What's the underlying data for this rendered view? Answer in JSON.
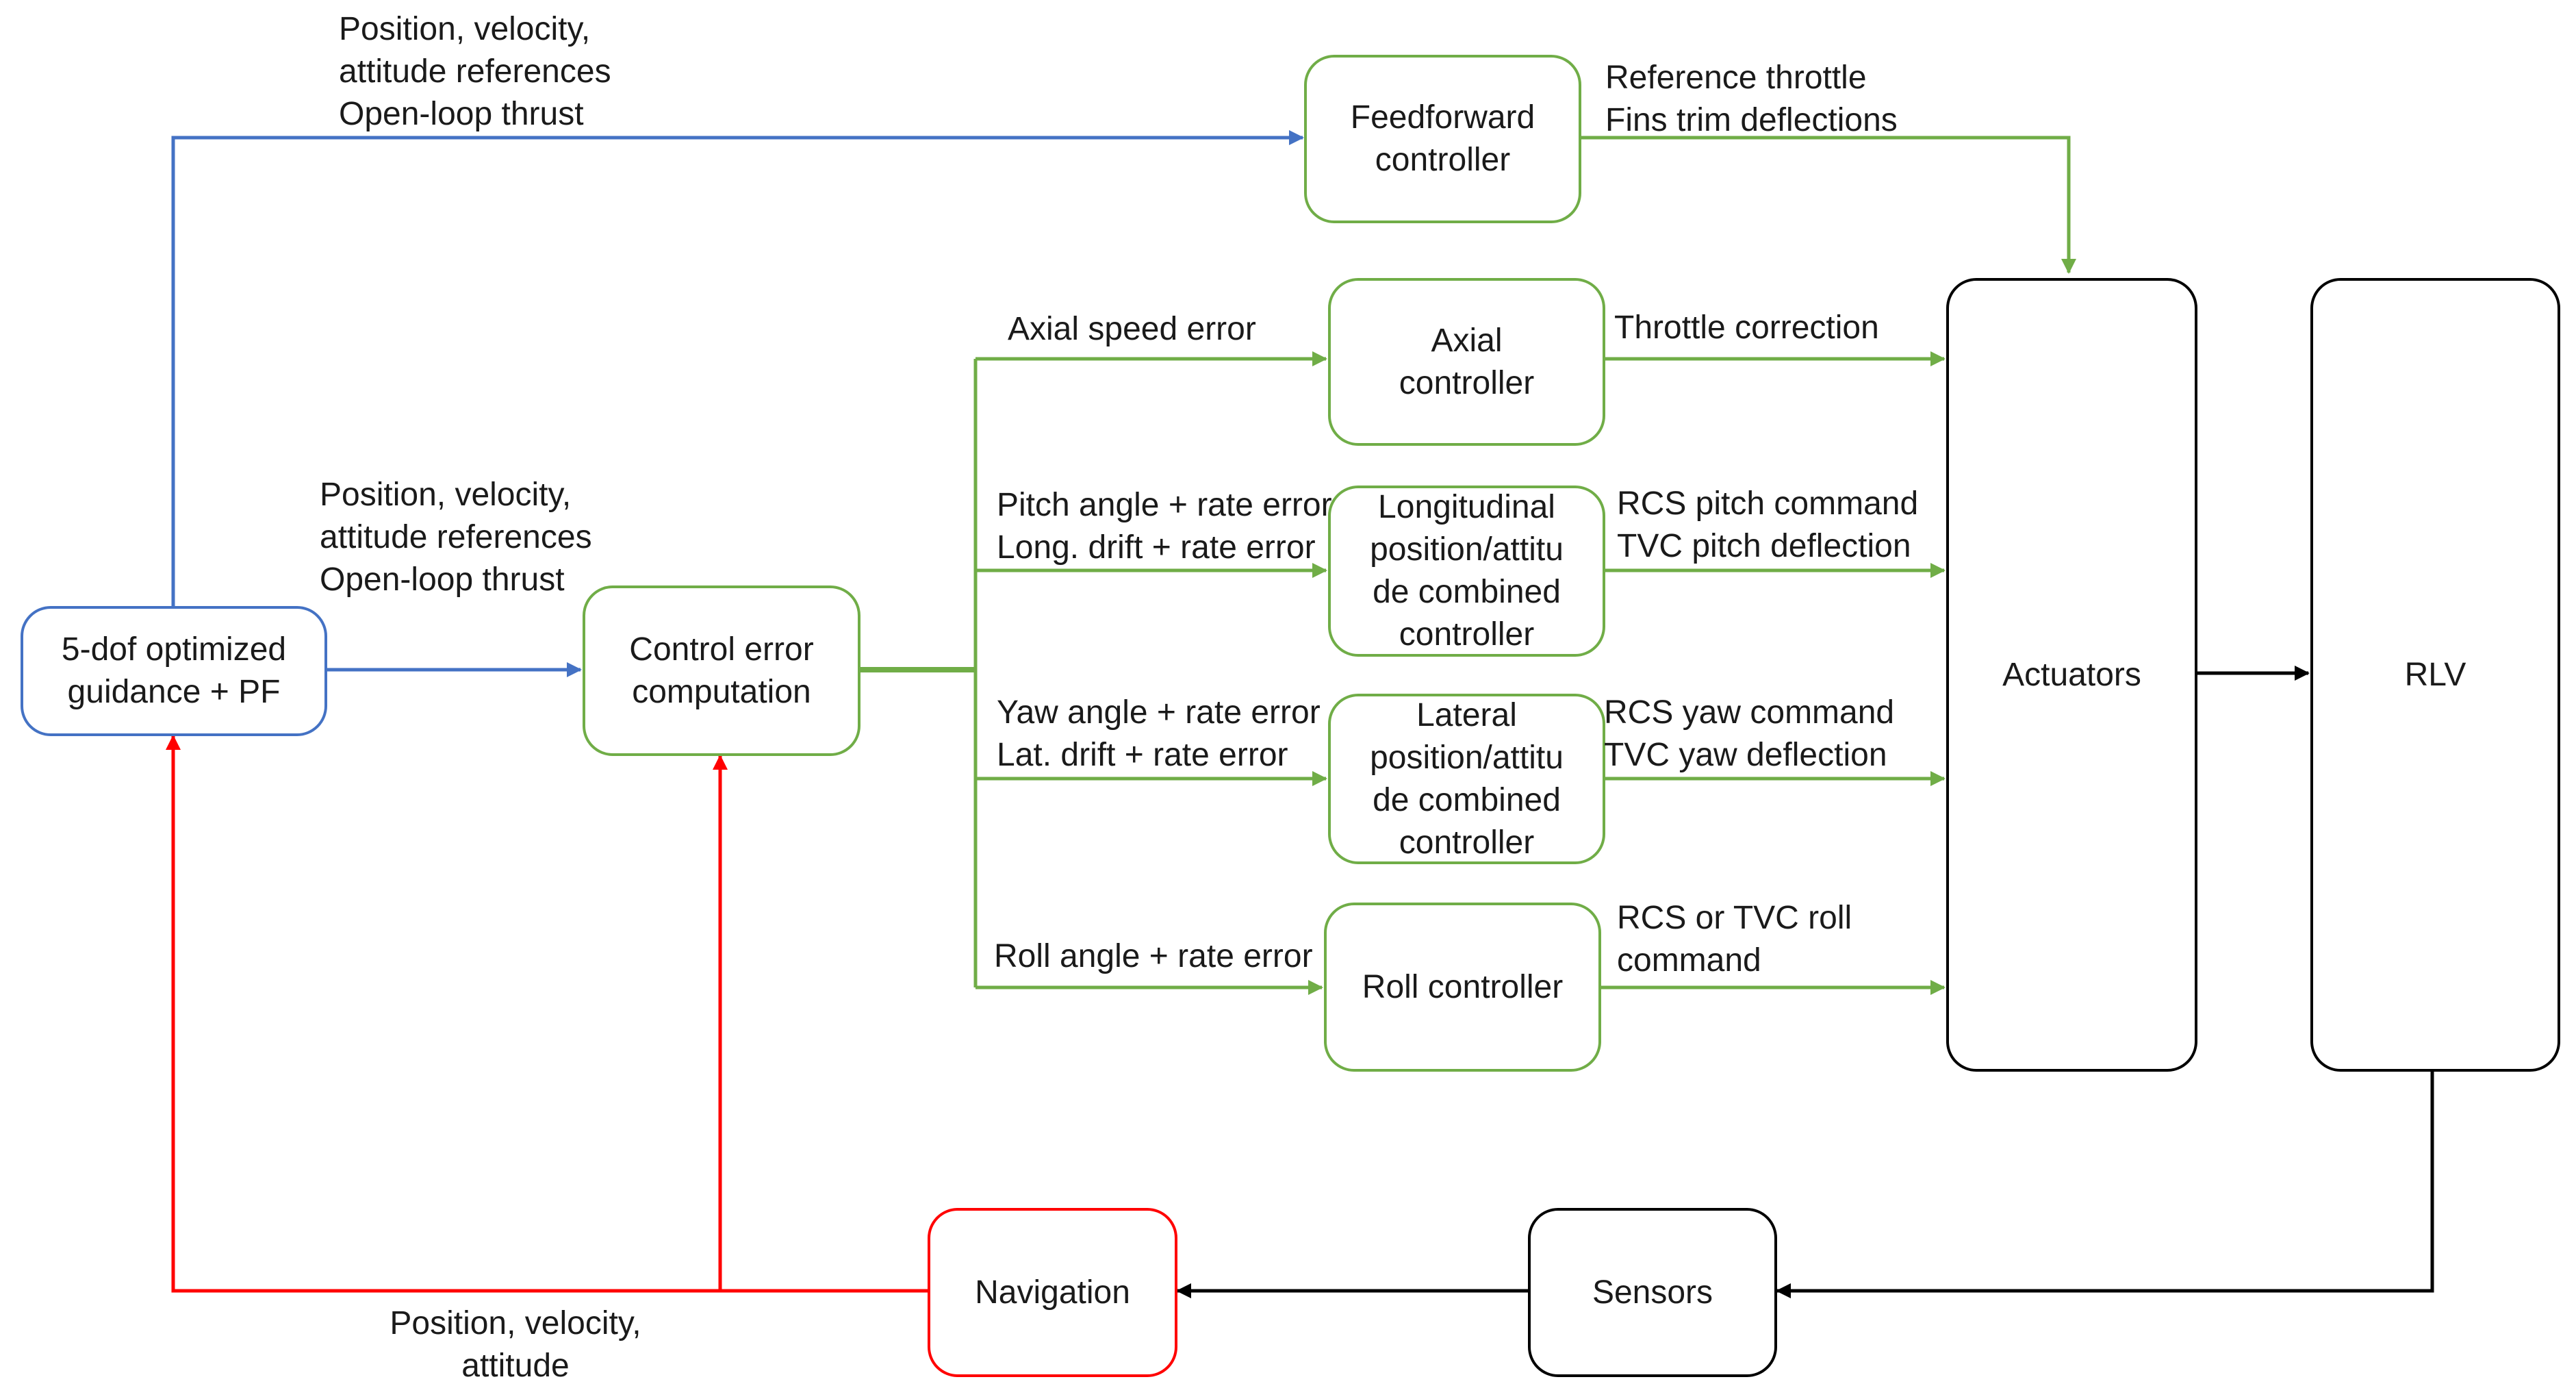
{
  "colors": {
    "guidance": "#4472c4",
    "control": "#70ad47",
    "navigation": "#ff0000",
    "plant": "#000000"
  },
  "blocks": {
    "guidance": "5-dof optimized\nguidance + PF",
    "control_error": "Control error\ncomputation",
    "feedforward": "Feedforward\ncontroller",
    "axial": "Axial\ncontroller",
    "longitudinal": "Longitudinal\nposition/attitu\nde combined\ncontroller",
    "lateral": "Lateral\nposition/attitu\nde combined\ncontroller",
    "roll": "Roll controller",
    "actuators": "Actuators",
    "rlv": "RLV",
    "sensors": "Sensors",
    "navigation": "Navigation"
  },
  "signals": {
    "guidance_to_feedforward": "Position, velocity,\nattitude references\nOpen-loop thrust",
    "guidance_to_control_error": "Position, velocity,\nattitude references\nOpen-loop thrust",
    "feedforward_output": "Reference throttle\nFins trim deflections",
    "axial_input": "Axial speed error",
    "longitudinal_input": "Pitch angle + rate error\nLong. drift + rate error",
    "lateral_input": "Yaw angle + rate error\nLat. drift + rate error",
    "roll_input": "Roll angle + rate error",
    "axial_output": "Throttle correction",
    "longitudinal_output": "RCS pitch command\nTVC pitch deflection",
    "lateral_output": "RCS yaw command\nTVC yaw deflection",
    "roll_output": "RCS or TVC roll\ncommand",
    "navigation_output": "Position, velocity,\nattitude"
  }
}
